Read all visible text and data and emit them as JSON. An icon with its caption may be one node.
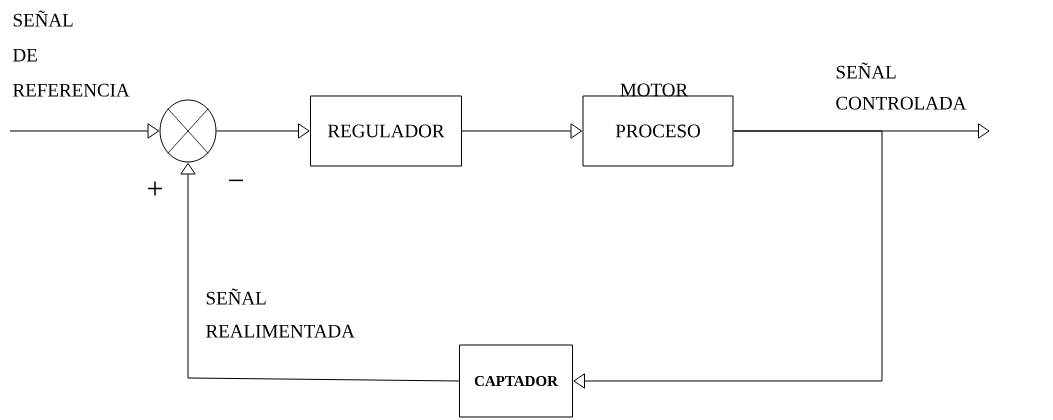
{
  "diagram": {
    "nodes": [
      {
        "text": [],
        "shape": "circle"
      },
      {
        "text": [
          "REGULADOR"
        ]
      },
      {
        "text": [
          "PROCESO"
        ],
        "beside": [
          "MOTOR"
        ]
      },
      {
        "text": [
          "CAPTADOR"
        ]
      }
    ],
    "edges": [
      {
        "from": null,
        "to": 0,
        "arrow": "to",
        "label": "SEÑAL DE REFERENCIA"
      },
      {
        "from": 0,
        "to": 1,
        "arrow": "to"
      },
      {
        "from": 1,
        "to": 2,
        "arrow": "to"
      },
      {
        "from": 2,
        "to": null,
        "arrow": "to",
        "label": "SEÑAL CONTROLADA"
      },
      {
        "from": 2,
        "to": 3,
        "arrow": "to"
      },
      {
        "from": 3,
        "to": 0,
        "arrow": "to",
        "label": "SEÑAL REALIMENTADA"
      }
    ],
    "labels": [
      "+",
      "−"
    ]
  }
}
